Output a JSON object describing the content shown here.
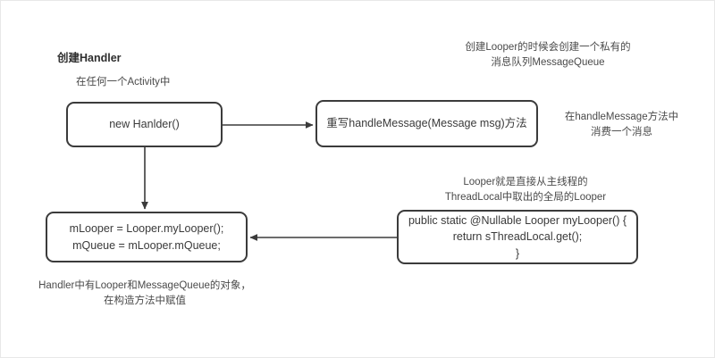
{
  "diagram": {
    "title_label": "创建Handler",
    "stroke_color": "#3b3b3b",
    "text_color": "#3a3a3a",
    "note_color": "#4a4a4a",
    "background": "#ffffff"
  },
  "nodes": {
    "new_handler": "new Hanlder()",
    "handle_message": "重写handleMessage(Message msg)方法",
    "looper_assign": "mLooper = Looper.myLooper();\nmQueue = mLooper.mQueue;",
    "mylooper_code": "public static @Nullable Looper myLooper() {\nreturn sThreadLocal.get();\n}"
  },
  "notes": {
    "in_activity": "在任何一个Activity中",
    "looper_creates_queue": "创建Looper的时候会创建一个私有的\n消息队列MessageQueue",
    "handle_message_consume": "在handleMessage方法中\n消费一个消息",
    "looper_from_threadlocal": "Looper就是直接从主线程的\nThreadLocal中取出的全局的Looper",
    "handler_fields": "Handler中有Looper和MessageQueue的对象，\n在构造方法中赋值"
  },
  "edges": [
    {
      "name": "new-handler-to-handle-message",
      "from": "new_handler",
      "to": "handle_message",
      "direction": "right"
    },
    {
      "name": "new-handler-to-looper-assign",
      "from": "new_handler",
      "to": "looper_assign",
      "direction": "down"
    },
    {
      "name": "mylooper-code-to-looper-assign",
      "from": "mylooper_code",
      "to": "looper_assign",
      "direction": "left"
    }
  ]
}
